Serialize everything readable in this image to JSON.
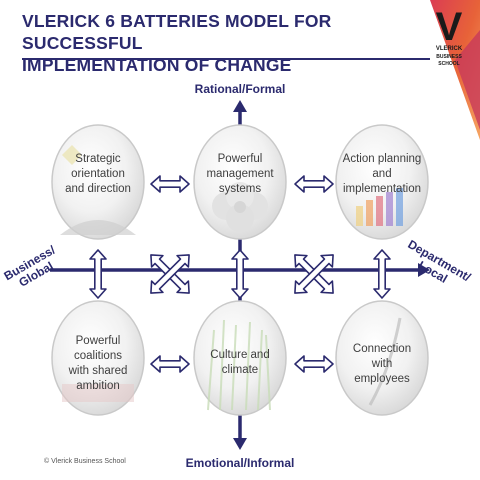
{
  "header": {
    "title_line1": "VLERICK 6 BATTERIES MODEL FOR SUCCESSFUL",
    "title_line2": "IMPLEMENTATION OF CHANGE"
  },
  "logo": {
    "mark": "V",
    "line1": "VLERICK",
    "line2": "BUSINESS",
    "line3": "SCHOOL"
  },
  "axes": {
    "top": "Rational/Formal",
    "bottom": "Emotional/Informal",
    "left_line1": "Business/",
    "left_line2": "Global",
    "right_line1": "Department/",
    "right_line2": "Local"
  },
  "batteries": {
    "strategic": {
      "line1": "Strategic",
      "line2": "orientation",
      "line3": "and direction"
    },
    "management": {
      "line1": "Powerful",
      "line2": "management",
      "line3": "systems"
    },
    "action": {
      "line1": "Action planning",
      "line2": "and",
      "line3": "implementation"
    },
    "coalitions": {
      "line1": "Powerful",
      "line2": "coalitions",
      "line3": "with shared",
      "line4": "ambition"
    },
    "culture": {
      "line1": "Culture and",
      "line2": "climate"
    },
    "connection": {
      "line1": "Connection",
      "line2": "with",
      "line3": "employees"
    }
  },
  "footer": {
    "copyright": "© Vlerick Business School"
  },
  "colors": {
    "navy": "#2b2a6e",
    "accent_red": "#e0462c",
    "accent_orange": "#f08a3c"
  }
}
